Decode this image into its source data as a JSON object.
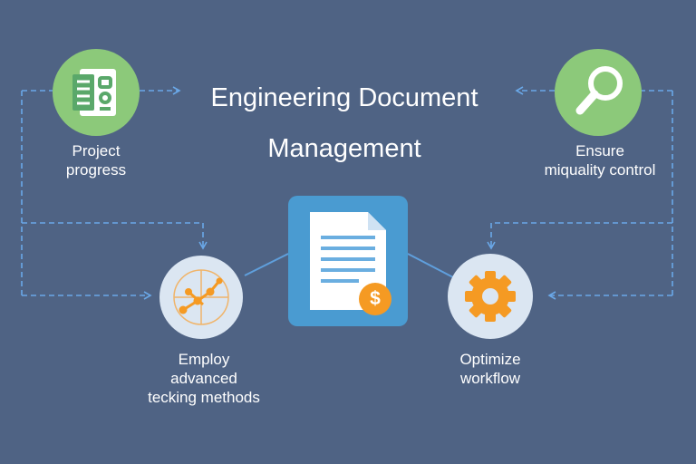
{
  "title": {
    "line1": "Engineering Document",
    "line2": "Management"
  },
  "nodes": {
    "project_progress": {
      "line1": "Project",
      "line2": "progress",
      "icon": "spreadsheet-icon"
    },
    "quality_control": {
      "line1": "Ensure",
      "line2": "miquality control",
      "icon": "magnifier-icon"
    },
    "tracking_methods": {
      "line1": "Employ",
      "line2": "advanced",
      "line3": "tecking methods",
      "icon": "network-graph-icon"
    },
    "optimize_workflow": {
      "line1": "Optimize",
      "line2": "workflow",
      "icon": "gear-icon"
    },
    "center": {
      "icon": "document-icon",
      "badge": "$"
    }
  },
  "colors": {
    "background": "#4f6384",
    "connector": "#6aa8e8",
    "green_circle": "#8cc97a",
    "pale_circle": "#dbe6f2",
    "center_box": "#4a9bd1",
    "accent_orange": "#f59a23"
  }
}
